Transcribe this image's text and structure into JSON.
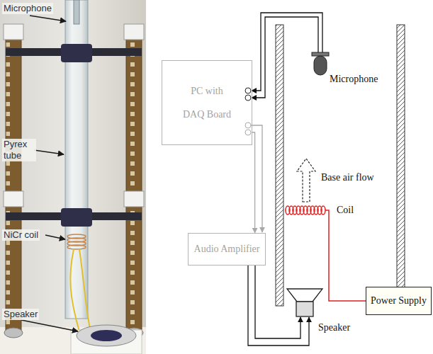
{
  "diagram": {
    "nodes": [
      {
        "text": [
          "PC with DAQ Board"
        ]
      },
      {
        "text": [
          "Audio Amplifier"
        ]
      },
      {
        "text": [
          "Power Supply"
        ]
      }
    ],
    "edges": [
      {
        "from": 0,
        "to": 1,
        "arrow": "to"
      }
    ],
    "labels": [
      "Microphone",
      "Pyrex tube",
      "NiCr coil",
      "Speaker",
      "Microphone",
      "Base air flow",
      "Coil",
      "Speaker"
    ]
  }
}
